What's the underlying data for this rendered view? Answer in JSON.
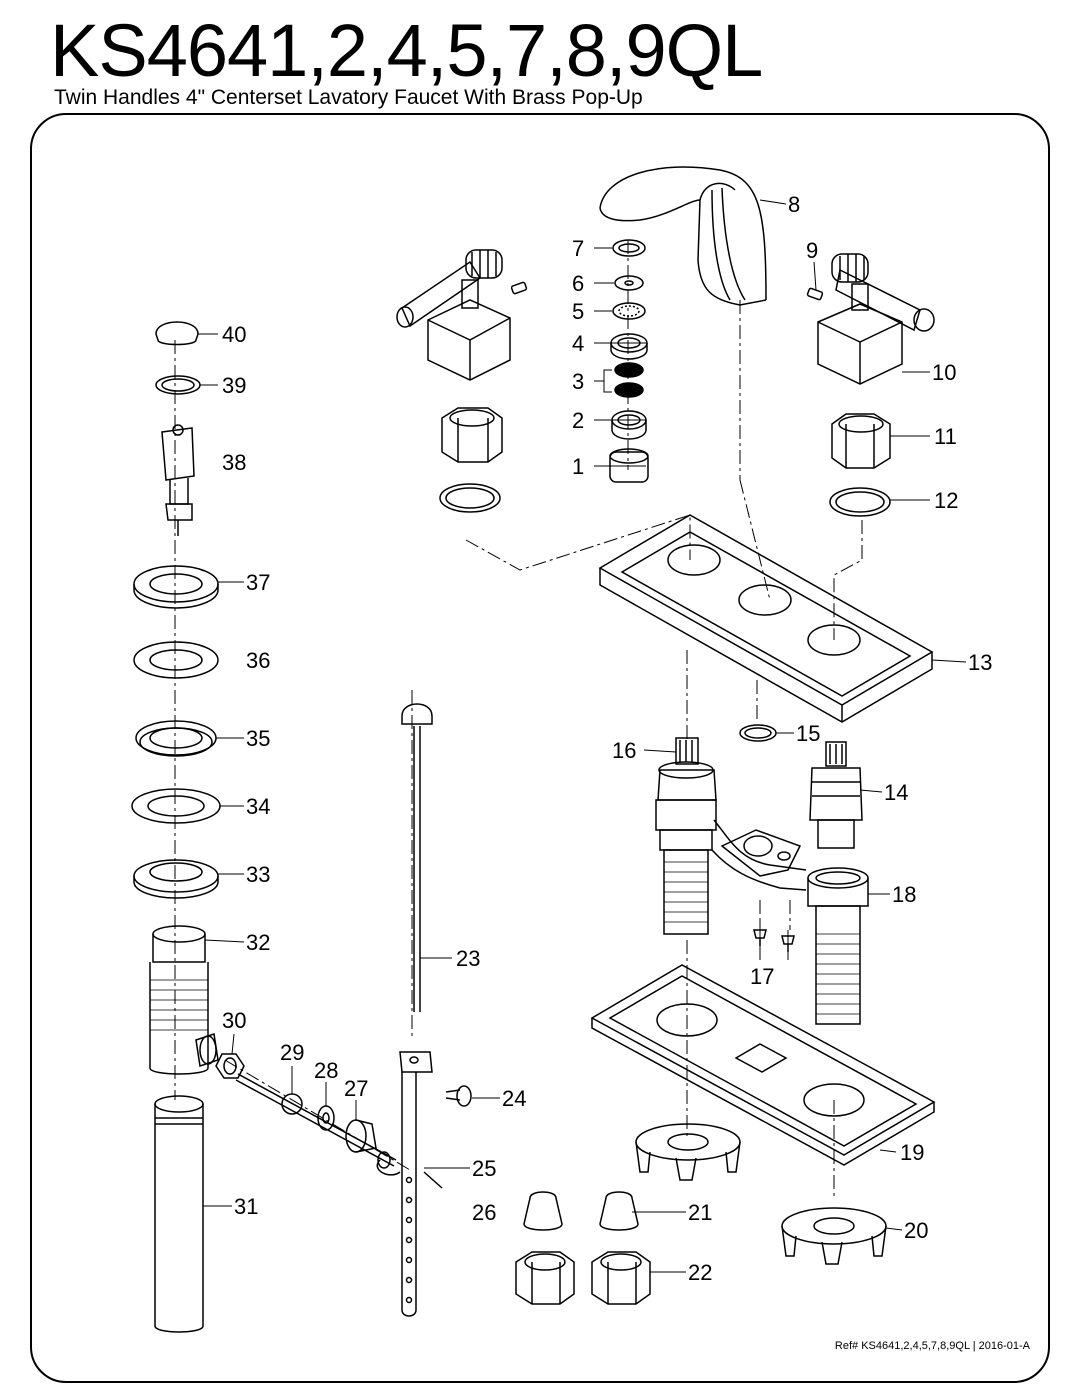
{
  "title": "KS4641,2,4,5,7,8,9QL",
  "subtitle": "Twin Handles 4\" Centerset Lavatory Faucet With Brass Pop-Up",
  "reference": "Ref# KS4641,2,4,5,7,8,9QL | 2016-01-A",
  "callouts": [
    "1",
    "2",
    "3",
    "4",
    "5",
    "6",
    "7",
    "8",
    "9",
    "10",
    "11",
    "12",
    "13",
    "14",
    "15",
    "16",
    "17",
    "18",
    "19",
    "20",
    "21",
    "22",
    "23",
    "24",
    "25",
    "26",
    "27",
    "28",
    "29",
    "30",
    "31",
    "32",
    "33",
    "34",
    "35",
    "36",
    "37",
    "38",
    "39",
    "40"
  ]
}
